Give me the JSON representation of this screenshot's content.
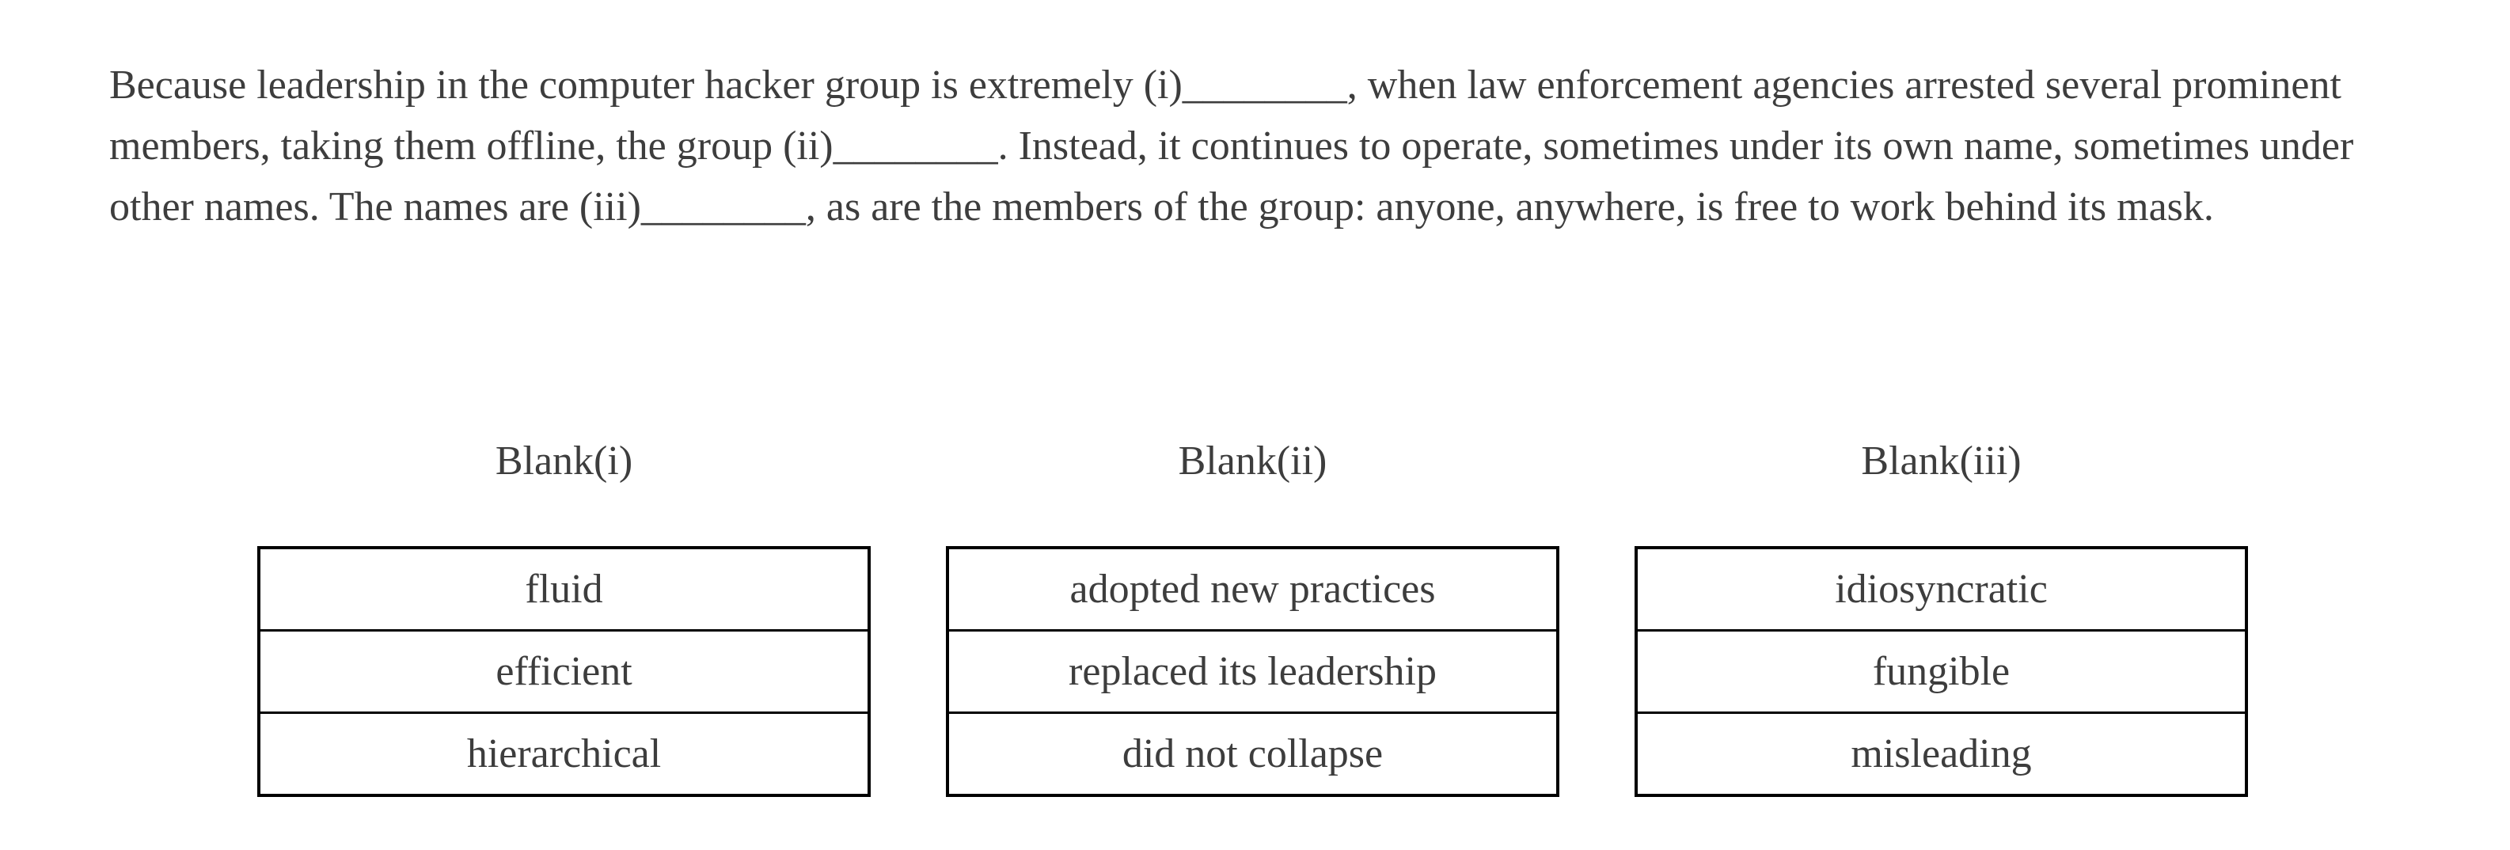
{
  "question": {
    "passage_lines": [
      "Because leadership in the computer hacker group is extremely (i)________, when law enforcement agencies arrested several prominent",
      "members, taking them offline, the group (ii)________. Instead, it continues to operate, sometimes under its own name, sometimes under",
      "other names. The names are (iii)________, as are the members of the group: anyone, anywhere, is free to work behind its mask."
    ],
    "blanks": [
      {
        "label": "Blank(i)",
        "choices": [
          "fluid",
          "efficient",
          "hierarchical"
        ]
      },
      {
        "label": "Blank(ii)",
        "choices": [
          "adopted new practices",
          "replaced its leadership",
          "did not collapse"
        ]
      },
      {
        "label": "Blank(iii)",
        "choices": [
          "idiosyncratic",
          "fungible",
          "misleading"
        ]
      }
    ],
    "colors": {
      "text": "#3d3d3d",
      "table_border": "#000000",
      "background": "#ffffff"
    }
  }
}
